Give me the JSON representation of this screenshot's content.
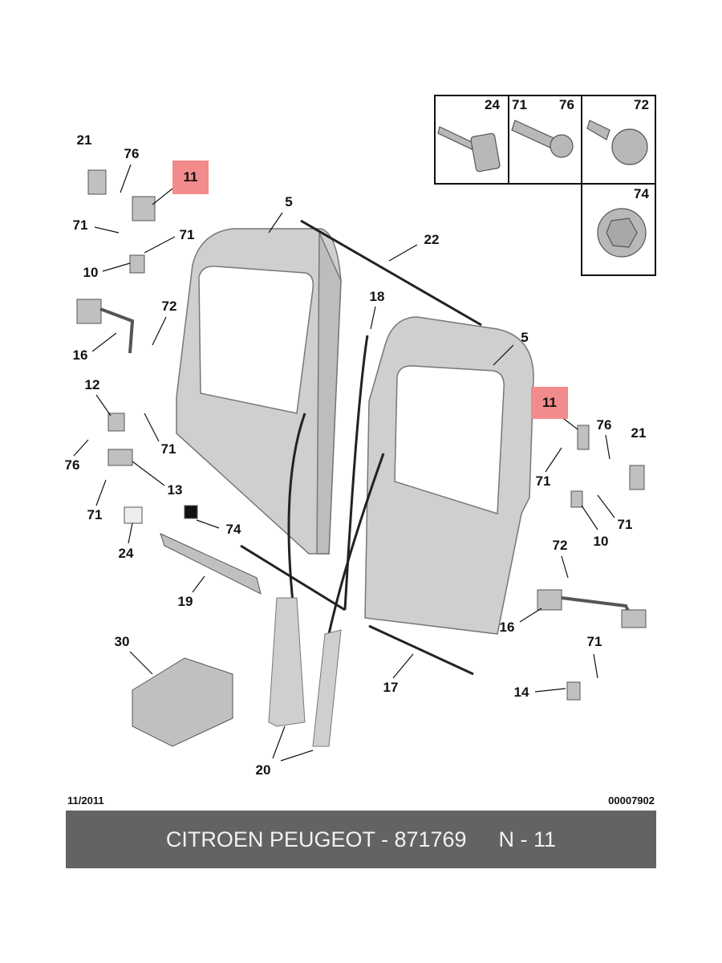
{
  "diagram": {
    "labels": [
      "21",
      "76",
      "71",
      "71",
      "10",
      "72",
      "16",
      "12",
      "71",
      "76",
      "13",
      "71",
      "24",
      "74",
      "19",
      "30",
      "20",
      "17",
      "5",
      "22",
      "18",
      "5",
      "76",
      "21",
      "71",
      "71",
      "10",
      "72",
      "16",
      "71",
      "14"
    ],
    "highlighted": [
      "11",
      "11"
    ],
    "inset": [
      "24",
      "71",
      "76",
      "72",
      "74"
    ],
    "highlight_color": "#f28b8b"
  },
  "footer": {
    "date": "11/2011",
    "code": "00007902",
    "title": "CITROEN PEUGEOT - 871769",
    "section": "N - 11"
  }
}
